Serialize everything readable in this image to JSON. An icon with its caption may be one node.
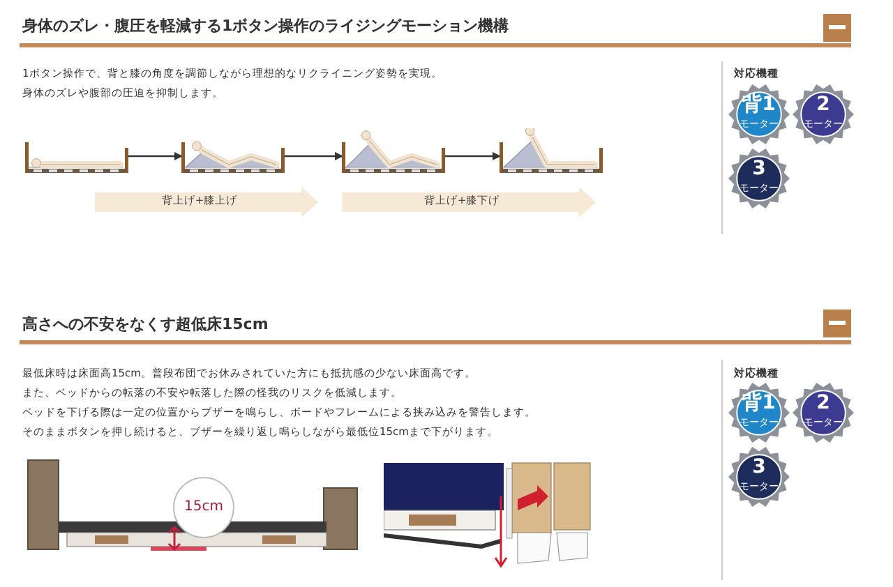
{
  "diagram": {
    "nodes": [
      {
        "text": [],
        "shape": "picture"
      },
      {
        "text": [],
        "shape": "picture"
      },
      {
        "text": [],
        "shape": "picture"
      },
      {
        "text": [],
        "shape": "picture"
      },
      {
        "text": [
          "背上げ+膝上げ"
        ]
      },
      {
        "text": [
          "背上げ+膝下げ"
        ]
      },
      {
        "text": [
          "背1",
          "モーター"
        ]
      },
      {
        "text": [
          "2",
          "モーター"
        ]
      },
      {
        "text": [
          "3",
          "モーター"
        ]
      },
      {
        "text": [
          "15cm"
        ]
      },
      {
        "text": [
          "背1",
          "モーター"
        ]
      },
      {
        "text": [
          "2",
          "モーター"
        ]
      },
      {
        "text": [
          "3",
          "モーター"
        ]
      }
    ],
    "edges": [
      {
        "from": 0,
        "to": 1,
        "arrow": "to"
      },
      {
        "from": 1,
        "to": 2,
        "arrow": "to"
      },
      {
        "from": 2,
        "to": 3,
        "arrow": "to"
      }
    ],
    "labels": [
      "身体のズレ・腹圧を軽減する1ボタン操作のライジングモーション機構",
      "1ボタン操作で、背と膝の角度を調節しながら理想的なリクライニング姿勢を実現。",
      "身体のズレや腹部の圧迫を抑制します。",
      "対応機種",
      "高さへの不安をなくす超低床15cm",
      "最低床時は床面高15cm。普段布団でお休みされていた方にも抵抗感の少ない床面高です。",
      "また、ベッドからの転落の不安や転落した際の怪我のリスクを低減します。",
      "ベッドを下げる際は一定の位置からブザーを鳴らし、ボードやフレームによる挟み込みを警告します。",
      "そのままボタンを押し続けると、ブザーを繰り返し鳴らしながら最低位15cmまで下がります。",
      "対応機種"
    ]
  }
}
